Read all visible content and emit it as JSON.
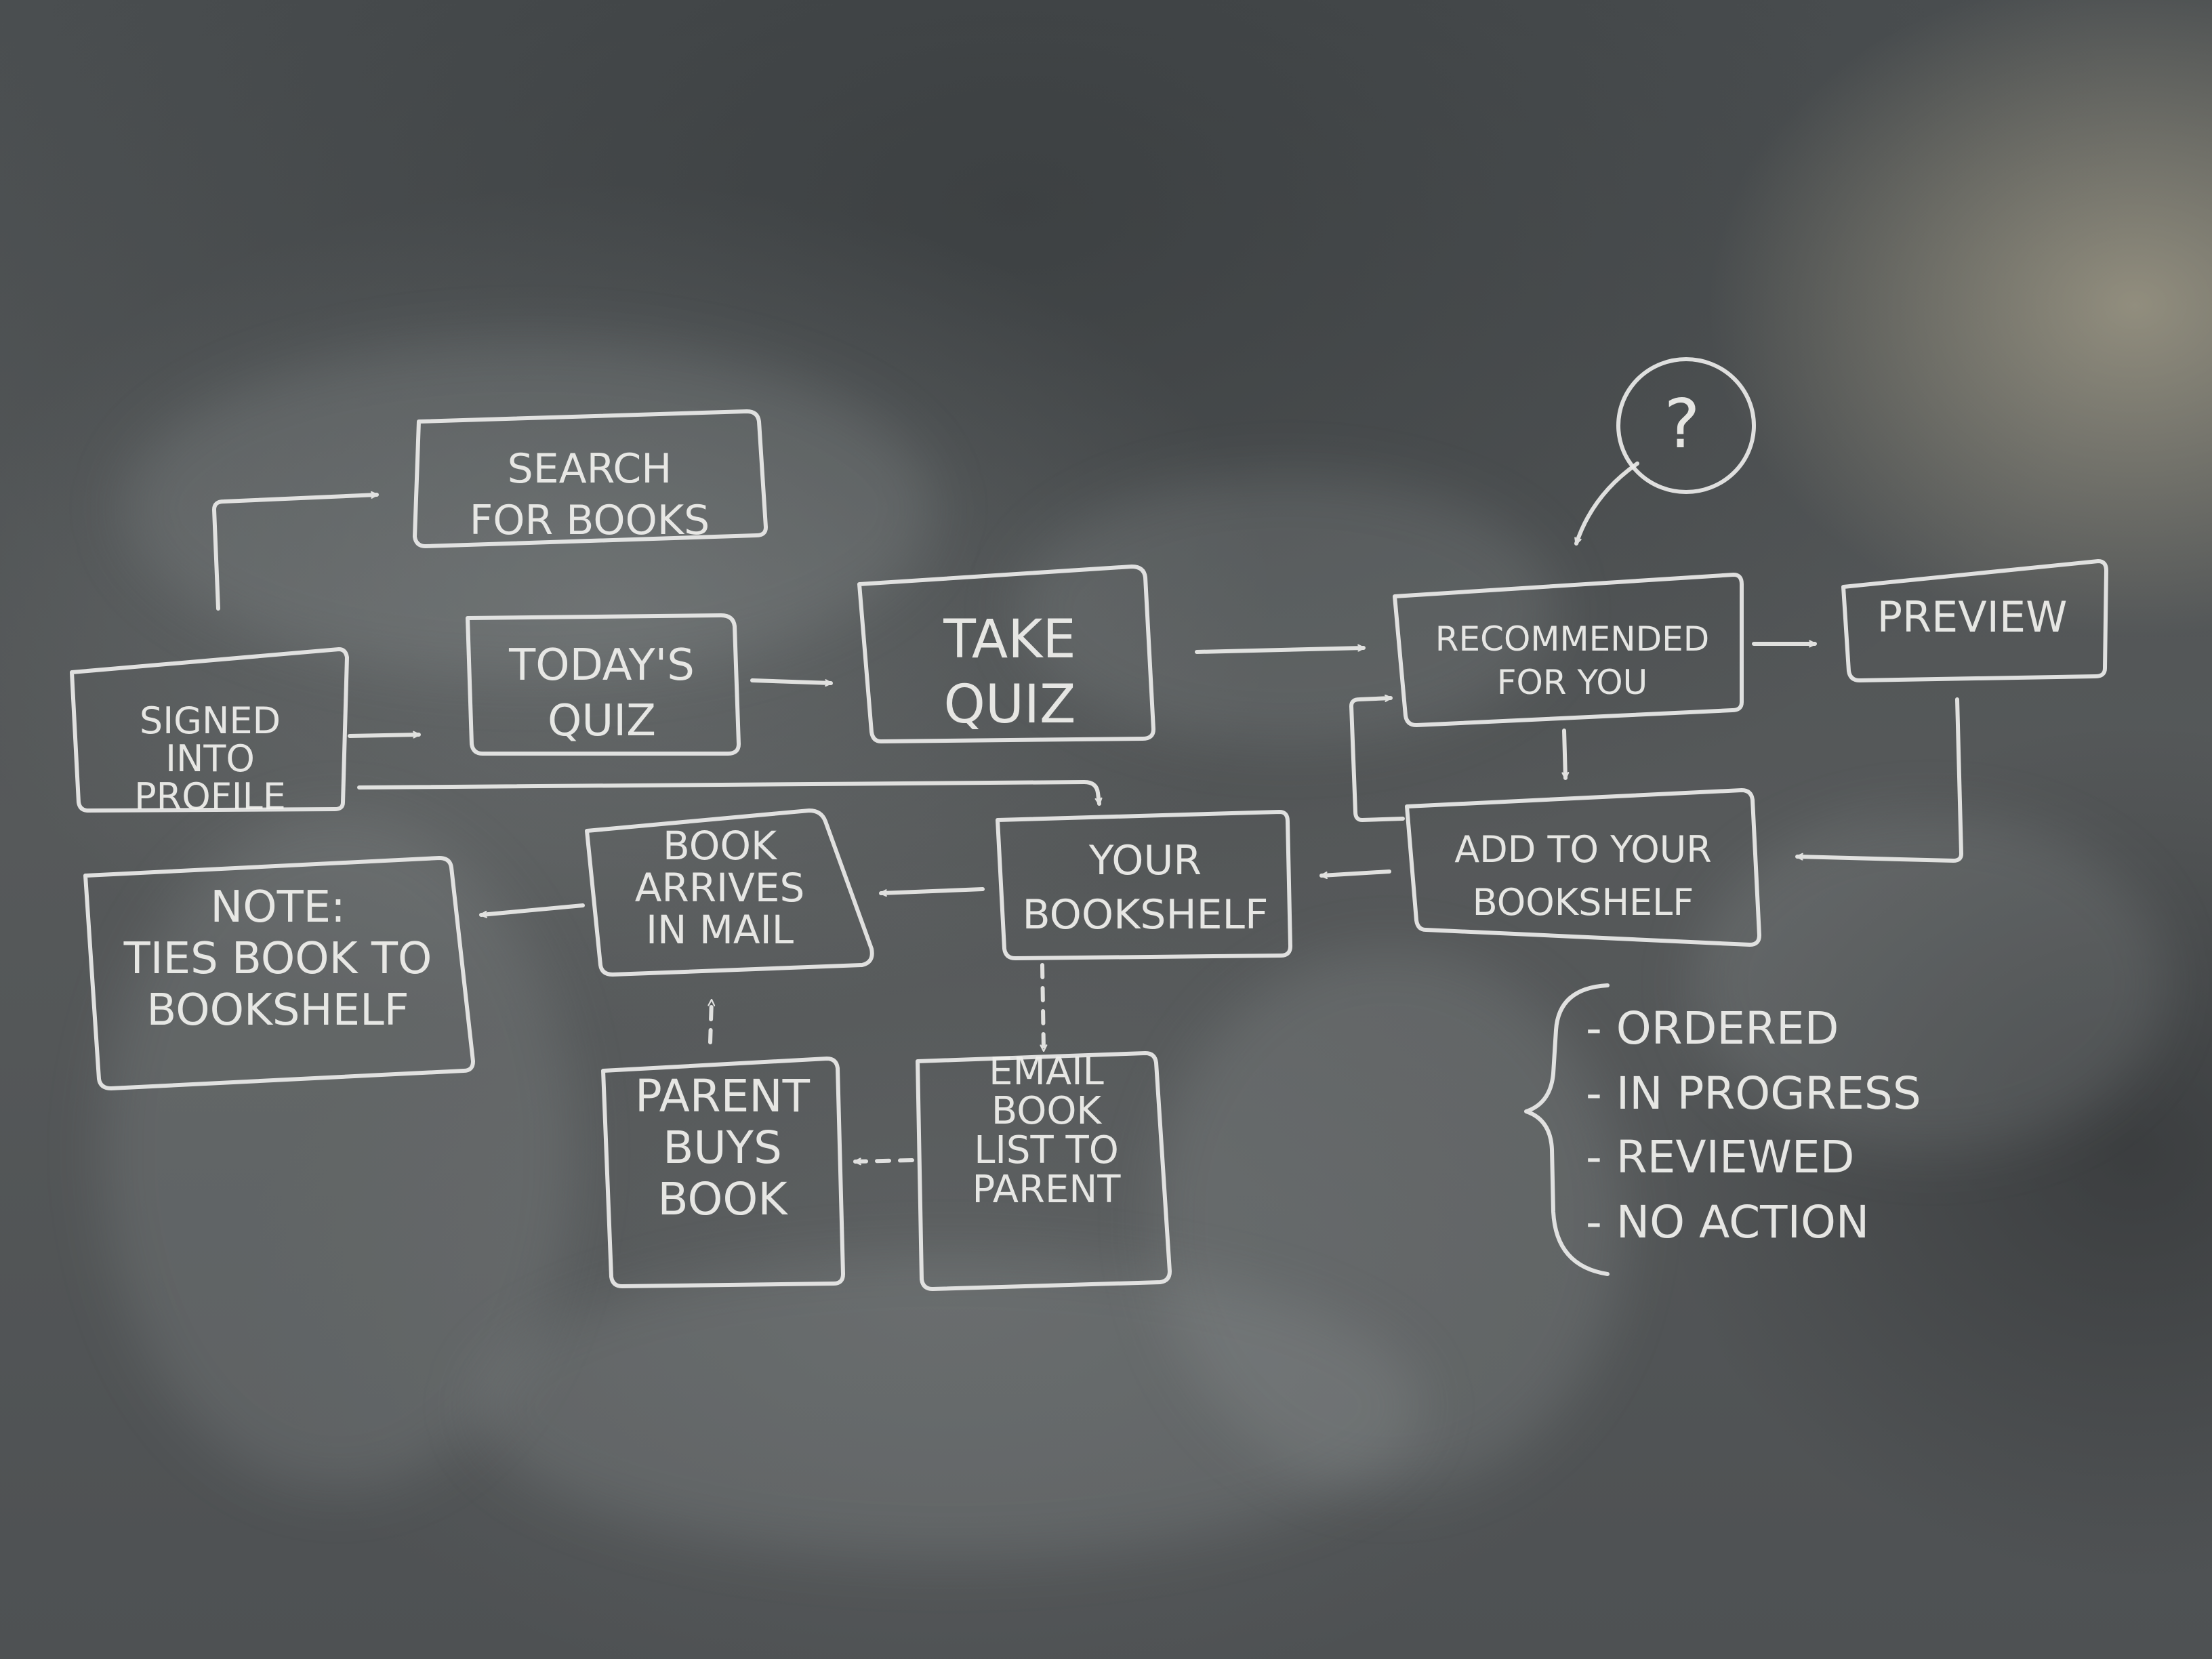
{
  "nodes": {
    "search": {
      "lines": [
        "SEARCH",
        "FOR BOOKS"
      ]
    },
    "signed": {
      "lines": [
        "SIGNED",
        "INTO",
        "PROFILE"
      ]
    },
    "todays_quiz": {
      "lines": [
        "TODAY'S",
        "QUIZ"
      ]
    },
    "take_quiz": {
      "lines": [
        "TAKE",
        "QUIZ"
      ]
    },
    "recommended": {
      "lines": [
        "RECOMMENDED",
        "FOR YOU"
      ]
    },
    "preview": {
      "lines": [
        "PREVIEW"
      ]
    },
    "add_bookshelf": {
      "lines": [
        "ADD TO YOUR",
        "BOOKSHELF"
      ]
    },
    "your_bookshelf": {
      "lines": [
        "YOUR",
        "BOOKSHELF"
      ]
    },
    "book_arrives": {
      "lines": [
        "BOOK",
        "ARRIVES",
        "IN MAIL"
      ]
    },
    "note": {
      "lines": [
        "NOTE:",
        "TIES BOOK TO",
        "BOOKSHELF"
      ]
    },
    "email": {
      "lines": [
        "EMAIL",
        "BOOK",
        "LIST TO",
        "PARENT"
      ]
    },
    "parent_buys": {
      "lines": [
        "PARENT",
        "BUYS",
        "BOOK"
      ]
    },
    "question": {
      "lines": [
        "?"
      ]
    }
  },
  "status_list": [
    "- ORDERED",
    "- IN PROGRESS",
    "- REVIEWED",
    "- NO ACTION"
  ],
  "colors": {
    "board": "#4f5356",
    "chalk": "#ececea"
  }
}
